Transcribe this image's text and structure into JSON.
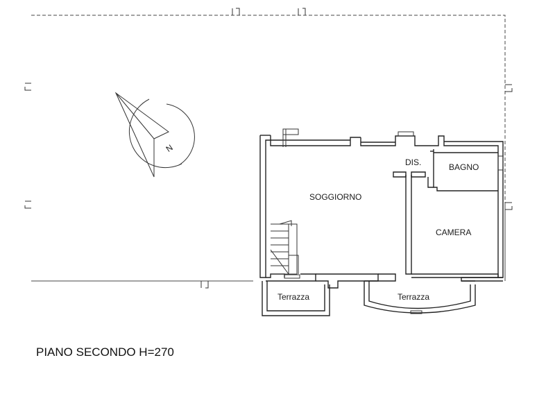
{
  "rooms": {
    "living": "SOGGIORNO",
    "bedroom": "CAMERA",
    "bathroom": "BAGNO",
    "hall": "DIS.",
    "terrace_left": "Terrazza",
    "terrace_right": "Terrazza"
  },
  "compass": {
    "label": "N"
  },
  "footer": {
    "title": "PIANO SECONDO H=270"
  },
  "colors": {
    "line": "#222222",
    "background": "#ffffff"
  }
}
